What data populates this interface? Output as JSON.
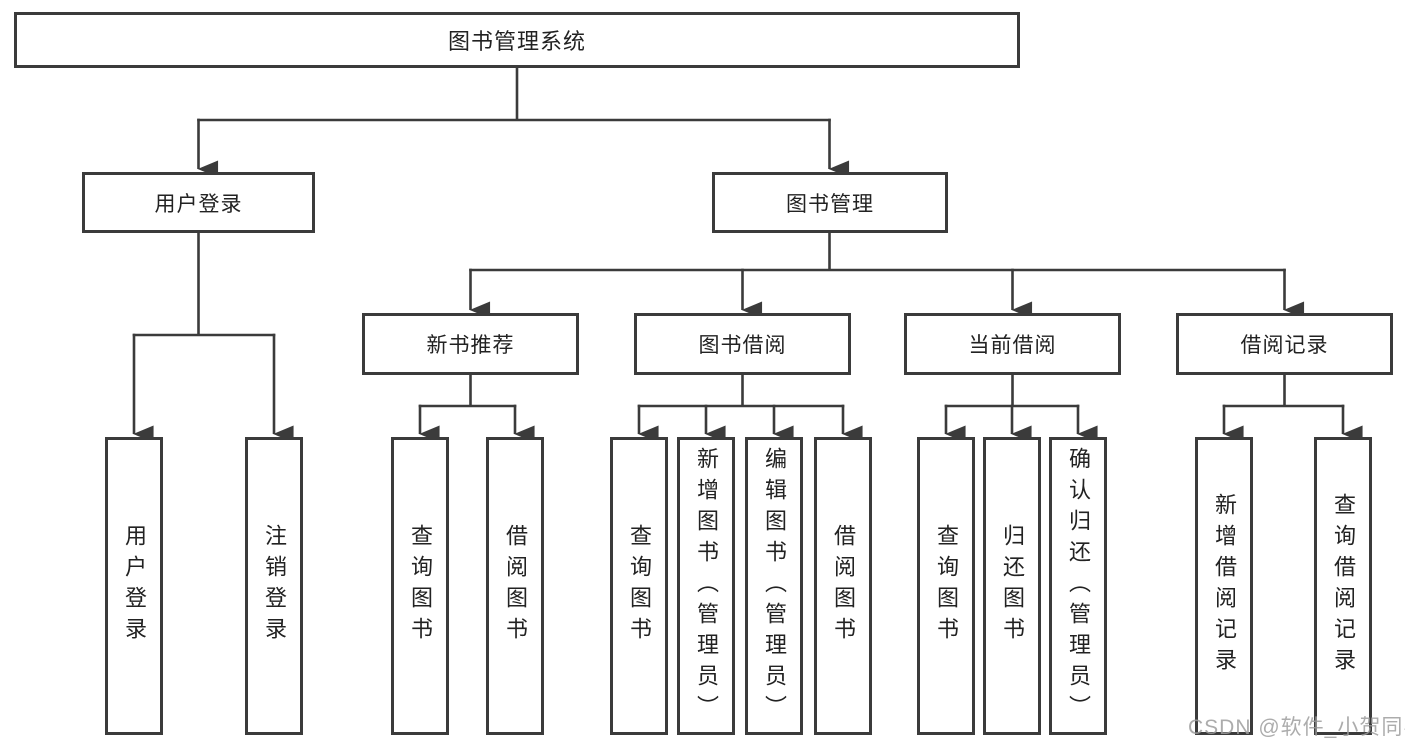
{
  "title": "图书管理系统",
  "colors": {
    "line": "#3b3b3b",
    "box_border": "#3b3b3b",
    "text": "#222222",
    "background": "#ffffff",
    "watermark": "#9e9e9e"
  },
  "tree": {
    "label": "图书管理系统",
    "children": [
      {
        "label": "用户登录",
        "children": [
          {
            "label": "用户登录"
          },
          {
            "label": "注销登录"
          }
        ]
      },
      {
        "label": "图书管理",
        "children": [
          {
            "label": "新书推荐",
            "children": [
              {
                "label": "查询图书"
              },
              {
                "label": "借阅图书"
              }
            ]
          },
          {
            "label": "图书借阅",
            "children": [
              {
                "label": "查询图书"
              },
              {
                "label": "新增图书（管理员）"
              },
              {
                "label": "编辑图书（管理员）"
              },
              {
                "label": "借阅图书"
              }
            ]
          },
          {
            "label": "当前借阅",
            "children": [
              {
                "label": "查询图书"
              },
              {
                "label": "归还图书"
              },
              {
                "label": "确认归还（管理员）"
              }
            ]
          },
          {
            "label": "借阅记录",
            "children": [
              {
                "label": "新增借阅记录"
              },
              {
                "label": "查询借阅记录"
              }
            ]
          }
        ]
      }
    ]
  },
  "watermark": {
    "text": "CSDN @软件_小贺同学"
  }
}
